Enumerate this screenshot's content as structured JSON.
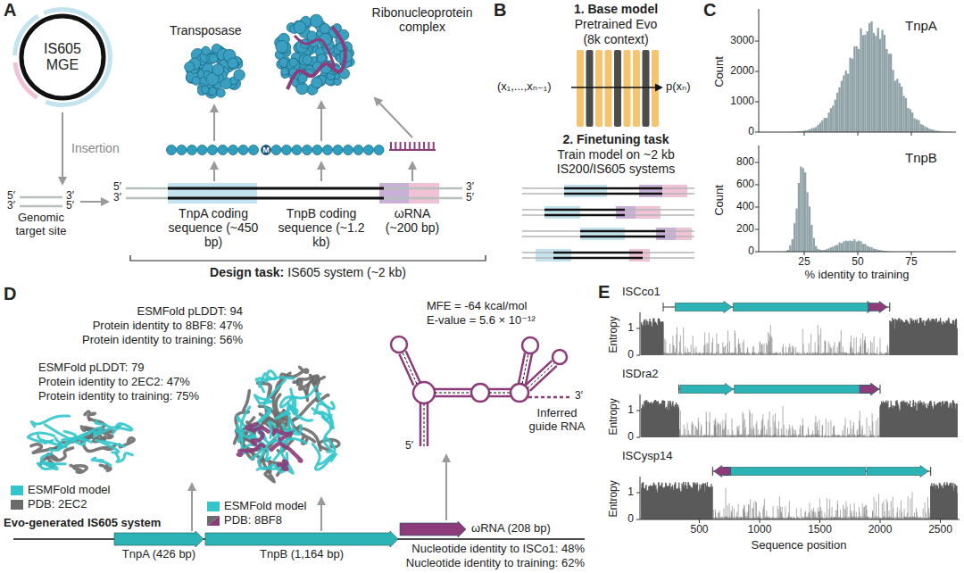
{
  "diagram": {
    "nodes": [
      {
        "text": [
          "IS605 MGE"
        ]
      },
      {
        "text": [
          "Genomic target site"
        ]
      }
    ],
    "edges": [
      {
        "from": 0,
        "to": 1,
        "arrow": "to",
        "label": "Insertion"
      }
    ],
    "labels": [
      "A",
      "Transposase",
      "Ribonucleoprotein complex",
      "M",
      "5′",
      "3′",
      "3′",
      "5′",
      "5′",
      "3′",
      "3′",
      "5′",
      "TnpA coding sequence (~450 bp)",
      "TnpB coding sequence (~1.2 kb)",
      "ωRNA (~200 bp)",
      "Design task:",
      "IS605 system (~2 kb)",
      "B",
      "1. Base model",
      "Pretrained Evo",
      "(8k context)",
      "(x₁,...,xₙ₋₁)",
      "p(xₙ)",
      "2. Finetuning task",
      "Train model on ~2 kb IS200/IS605 systems",
      "C",
      "TnpA",
      "TnpB",
      "Count",
      "Count",
      "0",
      "1000",
      "2000",
      "3000",
      "0",
      "200",
      "400",
      "600",
      "800",
      "25",
      "50",
      "75",
      "% identity to training",
      "D",
      "ESMFold pLDDT: 94",
      "Protein identity to 8BF8: 47%",
      "Protein identity to training: 56%",
      "ESMFold pLDDT: 79",
      "Protein identity to 2EC2: 47%",
      "Protein identity to training: 75%",
      "MFE = -64 kcal/mol",
      "E-value = 5.6 × 10⁻¹²",
      "5′",
      "3′",
      "Inferred guide RNA",
      "TnpA (426 bp)",
      "TnpB (1,164 bp)",
      "ωRNA (208 bp)",
      "Evo-generated IS605 system",
      "Nucleotide identity to ISCo1: 48%",
      "Nucleotide identity to training: 62%",
      "E",
      "ISCco1",
      "Entropy",
      "1",
      "0",
      "ISDra2",
      "Entropy",
      "1",
      "0",
      "ISCysp14",
      "Entropy",
      "1",
      "0",
      "500",
      "1000",
      "1500",
      "2000",
      "2500",
      "Sequence position"
    ],
    "legend": [
      {
        "text": "ESMFold model",
        "color": "#33c5cb"
      },
      {
        "text": "PDB: 2EC2",
        "color": "#6b6b6b"
      },
      {
        "text": "ESMFold model",
        "color": "#33c5cb"
      },
      {
        "text": "PDB: 8BF8"
      }
    ]
  }
}
